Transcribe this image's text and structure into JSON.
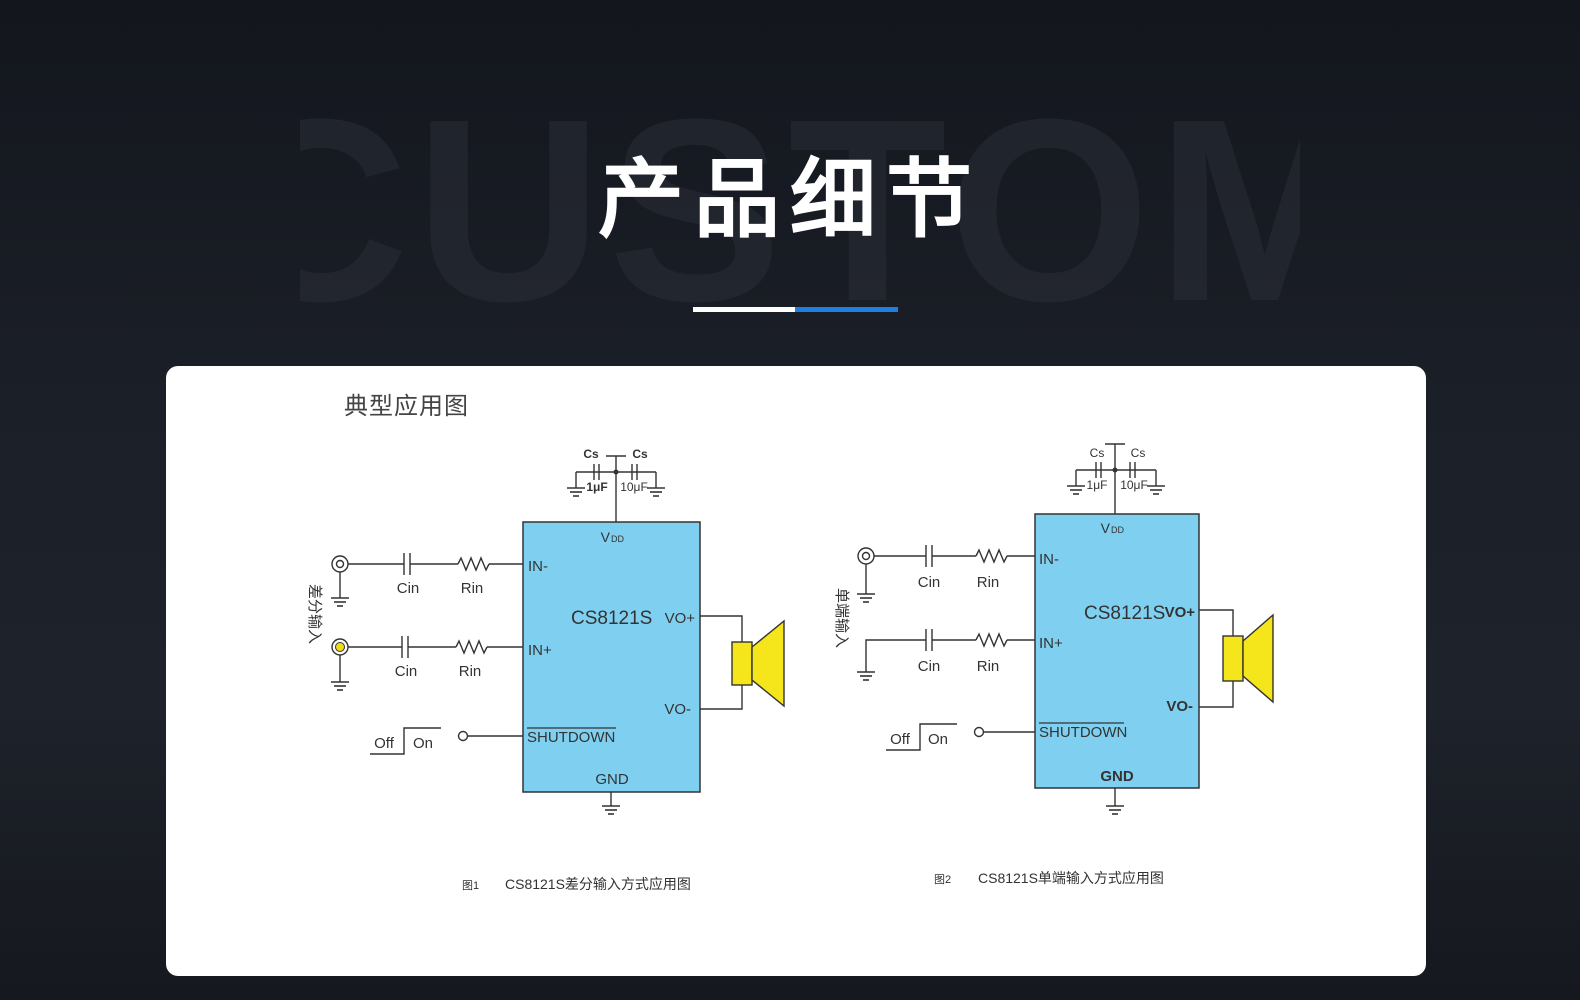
{
  "page": {
    "title": "产品细节",
    "watermark": "CUSTOM",
    "accent_color": "#1f7fe0"
  },
  "card": {
    "title": "典型应用图"
  },
  "figure1": {
    "ic_name": "CS8121S",
    "vdd_main": "V",
    "vdd_sub": "DD",
    "pins": {
      "in_minus": "IN-",
      "in_plus": "IN+",
      "vo_plus": "VO+",
      "vo_minus": "VO-",
      "shutdown": "SHUTDOWN",
      "gnd": "GND"
    },
    "cs_left": "Cs",
    "cs_right": "Cs",
    "cap_left_value": "1μF",
    "cap_right_value": "10μF",
    "cin_1": "Cin",
    "rin_1": "Rin",
    "cin_2": "Cin",
    "rin_2": "Rin",
    "input_label": "差分输入",
    "switch_off": "Off",
    "switch_on": "On",
    "caption_prefix": "图1",
    "caption": "CS8121S差分输入方式应用图"
  },
  "figure2": {
    "ic_name": "CS8121S",
    "vdd_main": "V",
    "vdd_sub": "DD",
    "pins": {
      "in_minus": "IN-",
      "in_plus": "IN+",
      "vo_plus": "VO+",
      "vo_minus": "VO-",
      "shutdown": "SHUTDOWN",
      "gnd": "GND"
    },
    "cs_left": "Cs",
    "cs_right": "Cs",
    "cap_left_value": "1μF",
    "cap_right_value": "10μF",
    "cin_1": "Cin",
    "rin_1": "Rin",
    "cin_2": "Cin",
    "rin_2": "Rin",
    "input_label": "单端输入",
    "switch_off": "Off",
    "switch_on": "On",
    "caption_prefix": "图2",
    "caption": "CS8121S单端输入方式应用图"
  },
  "colors": {
    "ic_fill": "#7fd0f0",
    "speaker_fill": "#f5e61c",
    "jack_yellow": "#f2dc1a"
  }
}
